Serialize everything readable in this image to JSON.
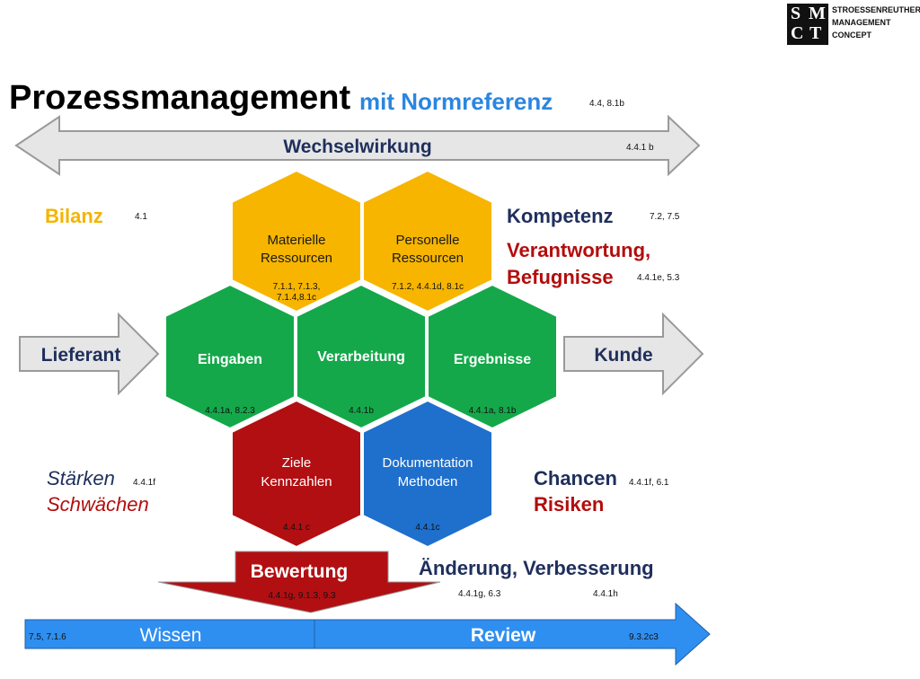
{
  "logo": {
    "letters": [
      "S",
      "M",
      "C",
      "T"
    ],
    "lines": [
      "STROESSENREUTHER",
      "MANAGEMENT",
      "CONCEPT"
    ]
  },
  "title": {
    "main": "Prozessmanagement",
    "sub": "mit Normreferenz",
    "ref": "4.4, 8.1b"
  },
  "top_arrow": {
    "label": "Wechselwirkung",
    "ref": "4.4.1 b"
  },
  "left_labels": {
    "bilanz": "Bilanz",
    "bilanz_ref": "4.1",
    "lieferant": "Lieferant",
    "staerken": "Stärken",
    "schwaechen": "Schwächen",
    "staerken_ref": "4.4.1f"
  },
  "right_labels": {
    "kompetenz": "Kompetenz",
    "kompetenz_ref": "7.2, 7.5",
    "verantwortung": "Verantwortung,",
    "befugnisse": "Befugnisse",
    "verantwortung_ref": "4.4.1e, 5.3",
    "kunde": "Kunde",
    "chancen": "Chancen",
    "chancen_ref": "4.4.1f, 6.1",
    "risiken": "Risiken"
  },
  "hexagons": {
    "materiell": {
      "line1": "Materielle",
      "line2": "Ressourcen",
      "ref1": "7.1.1, 7.1.3,",
      "ref2": "7.1.4,8.1c"
    },
    "personell": {
      "line1": "Personelle",
      "line2": "Ressourcen",
      "ref1": "7.1.2, 4.4.1d, 8.1c"
    },
    "eingaben": {
      "line1": "Eingaben",
      "ref1": "4.4.1a, 8.2.3"
    },
    "verarbeitung": {
      "line1": "Verarbeitung",
      "ref1": "4.4.1b"
    },
    "ergebnisse": {
      "line1": "Ergebnisse",
      "ref1": "4.4.1a, 8.1b"
    },
    "ziele": {
      "line1": "Ziele",
      "line2": "Kennzahlen",
      "ref1": "4.4.1 c"
    },
    "dokumentation": {
      "line1": "Dokumentation",
      "line2": "Methoden",
      "ref1": "4.4.1c"
    }
  },
  "bewertung": {
    "label": "Bewertung",
    "ref": "4.4.1g, 9.1.3, 9.3"
  },
  "aenderung": {
    "label": "Änderung, Verbesserung",
    "ref1": "4.4.1g, 6.3",
    "ref2": "4.4.1h"
  },
  "bottom_arrow": {
    "left_ref": "7.5, 7.1.6",
    "wissen": "Wissen",
    "review": "Review",
    "right_ref": "9.3.2c3"
  },
  "colors": {
    "yellow": "#f7b500",
    "green": "#14a84a",
    "darkred": "#b20f12",
    "blue": "#1f6fcc",
    "arrow_grey": "#e6e6e6",
    "arrow_blue": "#2f8ff0"
  }
}
